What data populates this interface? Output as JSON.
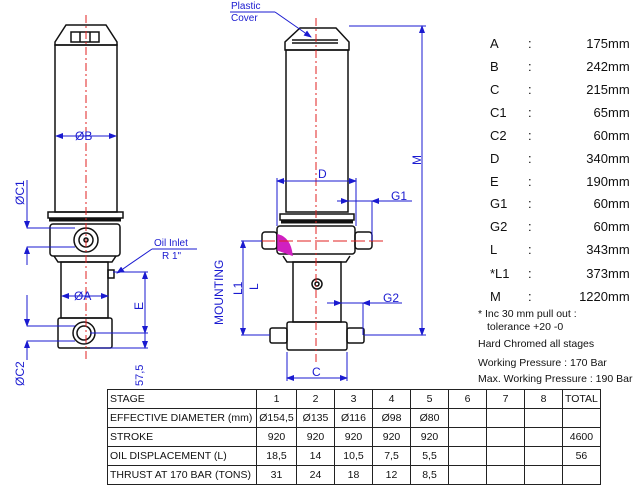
{
  "drawing": {
    "labels": {
      "plastic": "Plastic",
      "cover": "Cover",
      "dB": "ØB",
      "dA": "ØA",
      "dC1": "ØC1",
      "dC2": "ØC2",
      "oil_inlet": "Oil Inlet",
      "r1": "R 1\"",
      "e": "E",
      "d575": "57,5",
      "d": "D",
      "g1": "G1",
      "g2": "G2",
      "m": "M",
      "l": "L",
      "l1": "L1",
      "mounting": "MOUNTING",
      "c": "C"
    }
  },
  "specs": [
    {
      "key": "A",
      "value": "175",
      "unit": "mm"
    },
    {
      "key": "B",
      "value": "242",
      "unit": "mm"
    },
    {
      "key": "C",
      "value": "215",
      "unit": "mm"
    },
    {
      "key": "C1",
      "value": "65",
      "unit": "mm"
    },
    {
      "key": "C2",
      "value": "60",
      "unit": "mm"
    },
    {
      "key": "D",
      "value": "340",
      "unit": "mm"
    },
    {
      "key": "E",
      "value": "190",
      "unit": "mm"
    },
    {
      "key": "G1",
      "value": "60",
      "unit": "mm"
    },
    {
      "key": "G2",
      "value": "60",
      "unit": "mm"
    },
    {
      "key": "L",
      "value": "343",
      "unit": "mm"
    },
    {
      "key": "*L1",
      "value": "373",
      "unit": "mm"
    },
    {
      "key": "M",
      "value": "1220",
      "unit": "mm"
    }
  ],
  "colon": ":",
  "notes": {
    "pullout": "* Inc 30 mm pull out :",
    "tolerance": "tolerance +20 -0",
    "chromed": "Hard Chromed all stages",
    "working": "Working Pressure : 170 Bar",
    "max_working": "Max. Working Pressure : 190 Bar"
  },
  "table": {
    "header": [
      "STAGE",
      "1",
      "2",
      "3",
      "4",
      "5",
      "6",
      "7",
      "8",
      "TOTAL"
    ],
    "rows": [
      [
        "EFFECTIVE DIAMETER (mm)",
        "Ø154,5",
        "Ø135",
        "Ø116",
        "Ø98",
        "Ø80",
        "",
        "",
        "",
        ""
      ],
      [
        "STROKE",
        "920",
        "920",
        "920",
        "920",
        "920",
        "",
        "",
        "",
        "4600"
      ],
      [
        "OIL DISPLACEMENT (L)",
        "18,5",
        "14",
        "10,5",
        "7,5",
        "5,5",
        "",
        "",
        "",
        "56"
      ],
      [
        "THRUST AT 170 BAR (TONS)",
        "31",
        "24",
        "18",
        "12",
        "8,5",
        "",
        "",
        "",
        ""
      ]
    ]
  },
  "colors": {
    "dimension": "#1a1ad0",
    "centerline": "#e02020",
    "outline": "#111111",
    "highlight": "#d020c0"
  }
}
